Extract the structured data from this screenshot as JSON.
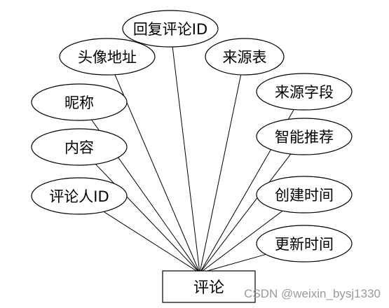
{
  "diagram": {
    "entity": {
      "label": "评论"
    },
    "attributes": [
      {
        "id": "reply-comment-id",
        "label": "回复评论ID"
      },
      {
        "id": "avatar-url",
        "label": "头像地址"
      },
      {
        "id": "source-table",
        "label": "来源表"
      },
      {
        "id": "nickname",
        "label": "昵称"
      },
      {
        "id": "source-field",
        "label": "来源字段"
      },
      {
        "id": "content",
        "label": "内容"
      },
      {
        "id": "smart-recommend",
        "label": "智能推荐"
      },
      {
        "id": "commenter-id",
        "label": "评论人ID"
      },
      {
        "id": "create-time",
        "label": "创建时间"
      },
      {
        "id": "update-time",
        "label": "更新时间"
      }
    ],
    "colors": {
      "stroke": "#000000",
      "fill": "#ffffff",
      "watermark": "#9a9a9a"
    }
  },
  "watermark": "CSDN @weixin_bysj1330"
}
